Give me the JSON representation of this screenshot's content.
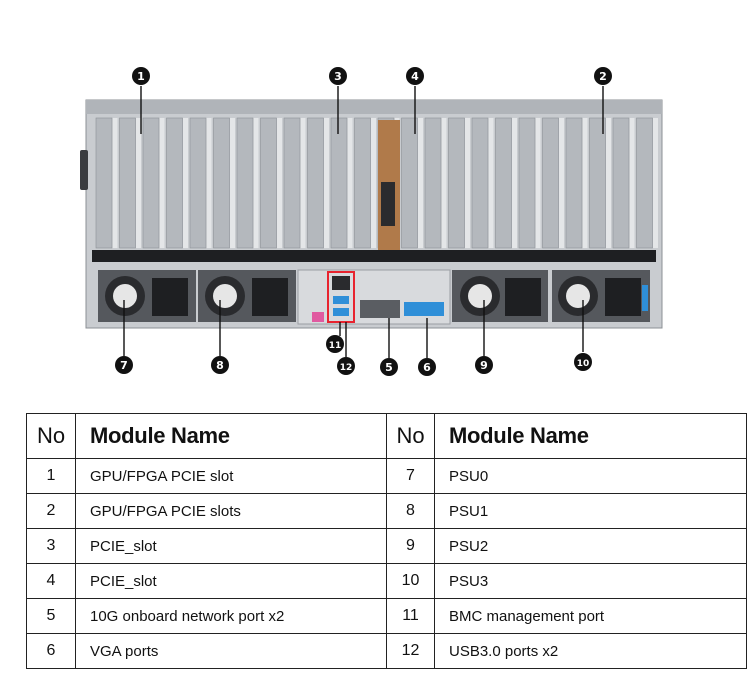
{
  "callouts": [
    {
      "id": 1,
      "label": "1",
      "pos": "top"
    },
    {
      "id": 3,
      "label": "3",
      "pos": "top"
    },
    {
      "id": 4,
      "label": "4",
      "pos": "top"
    },
    {
      "id": 2,
      "label": "2",
      "pos": "top"
    },
    {
      "id": 7,
      "label": "7",
      "pos": "bottom"
    },
    {
      "id": 8,
      "label": "8",
      "pos": "bottom"
    },
    {
      "id": 11,
      "label": "11",
      "pos": "bottom"
    },
    {
      "id": 12,
      "label": "12",
      "pos": "bottom"
    },
    {
      "id": 5,
      "label": "5",
      "pos": "bottom"
    },
    {
      "id": 6,
      "label": "6",
      "pos": "bottom"
    },
    {
      "id": 9,
      "label": "9",
      "pos": "bottom"
    },
    {
      "id": 10,
      "label": "10",
      "pos": "bottom"
    }
  ],
  "colors": {
    "chassis": "#c9ccd0",
    "slot": "#b4b8bd",
    "dark": "#1e1f22",
    "accent_red": "#e8232e",
    "accent_blue": "#2f8fd8",
    "copper": "#b07a4a",
    "pink": "#e05aa0"
  },
  "table": {
    "headers": {
      "no_left": "No",
      "name_left": "Module Name",
      "no_right": "No",
      "name_right": "Module Name"
    },
    "rows": [
      {
        "no_left": "1",
        "name_left": "GPU/FPGA PCIE slot",
        "no_right": "7",
        "name_right": "PSU0"
      },
      {
        "no_left": "2",
        "name_left": "GPU/FPGA PCIE slots",
        "no_right": "8",
        "name_right": "PSU1"
      },
      {
        "no_left": "3",
        "name_left": "PCIE_slot",
        "no_right": "9",
        "name_right": "PSU2"
      },
      {
        "no_left": "4",
        "name_left": "PCIE_slot",
        "no_right": "10",
        "name_right": "PSU3"
      },
      {
        "no_left": "5",
        "name_left": "10G onboard network port x2",
        "no_right": "11",
        "name_right": "BMC management port"
      },
      {
        "no_left": "6",
        "name_left": "VGA ports",
        "no_right": "12",
        "name_right": "USB3.0 ports x2"
      }
    ]
  }
}
